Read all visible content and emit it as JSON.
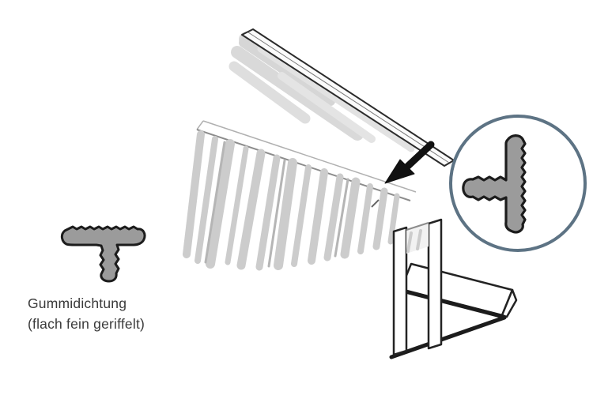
{
  "caption": {
    "line1": "Gummidichtung",
    "line2": "(flach fein geriffelt)"
  },
  "colors": {
    "seal_fill": "#9b9b9b",
    "outline": "#1c1c1c",
    "detail_circle_stroke": "#5d7384",
    "arrow": "#111111",
    "hatch": "#cccccc",
    "text": "#3a3a3a"
  },
  "icons": {
    "seal_profile": "t-shaped-rubber-seal-cross-section",
    "detail_view": "magnifier-detail-circle",
    "arrow": "insertion-direction-arrow"
  }
}
